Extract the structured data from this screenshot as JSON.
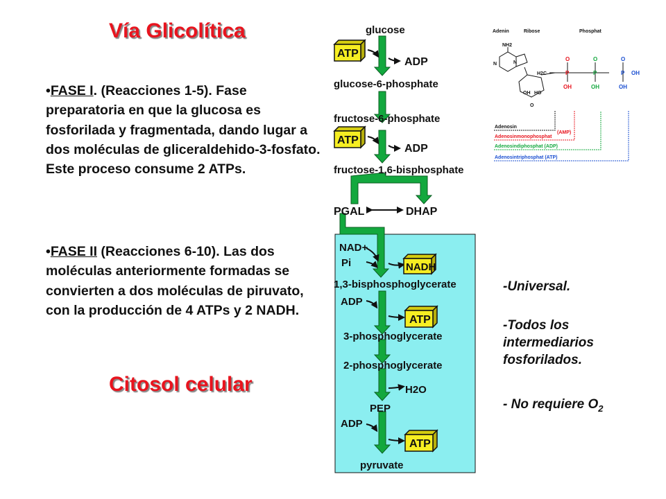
{
  "left": {
    "title": "Vía Glicolítica",
    "phase1": {
      "bullet": "•",
      "name": "FASE I",
      "text": ". (Reacciones 1-5). Fase preparatoria en que la glucosa es fosforilada y fragmentada, dando lugar a dos moléculas de gliceraldehido-3-fosfato. Este proceso consume 2 ATPs."
    },
    "phase2": {
      "bullet": "•",
      "name": "FASE II",
      "text": " (Reacciones 6-10).  Las dos moléculas anteriormente formadas se convierten a dos moléculas de piruvato, con la producción de 4 ATPs y 2 NADH."
    },
    "subtitle": "Citosol celular"
  },
  "pathway": {
    "glucose": "glucose",
    "atp": "ATP",
    "adp": "ADP",
    "g6p": "glucose-6-phosphate",
    "f6p": "fructose-6-phosphate",
    "f16bp": "fructose-1,6-bisphosphate",
    "pgal": "PGAL",
    "dhap": "DHAP",
    "nad": "NAD+",
    "pi": "Pi",
    "nadh": "NADH",
    "bpg": "1,3-bisphosphoglycerate",
    "pg3": "3-phosphoglycerate",
    "pg2": "2-phosphoglycerate",
    "h2o": "H2O",
    "pep": "PEP",
    "pyruvate": "pyruvate",
    "colors": {
      "arrow": "#13a83e",
      "atp_box": "#f6ee22",
      "panel": "#8beef0",
      "title": "#e8141e"
    }
  },
  "atp_structure": {
    "adenin": "Adenin",
    "ribose": "Ribose",
    "phosphat": "Phosphat",
    "nh2": "NH2",
    "h2c": "H2C",
    "oh": "OH",
    "ho": "HO",
    "o": "O",
    "p": "P",
    "n": "N",
    "adenosin": "Adenosin",
    "amp": "(AMP)",
    "mono": "Adenosinmonophosphat",
    "di": "Adenosindiphosphat  (ADP)",
    "tri": "Adenosintriphosphat  (ATP)"
  },
  "notes": {
    "n1": "-Universal.",
    "n2": "-Todos los intermediarios fosforilados.",
    "n3_prefix": "- No requiere O",
    "n3_sub": "2"
  }
}
